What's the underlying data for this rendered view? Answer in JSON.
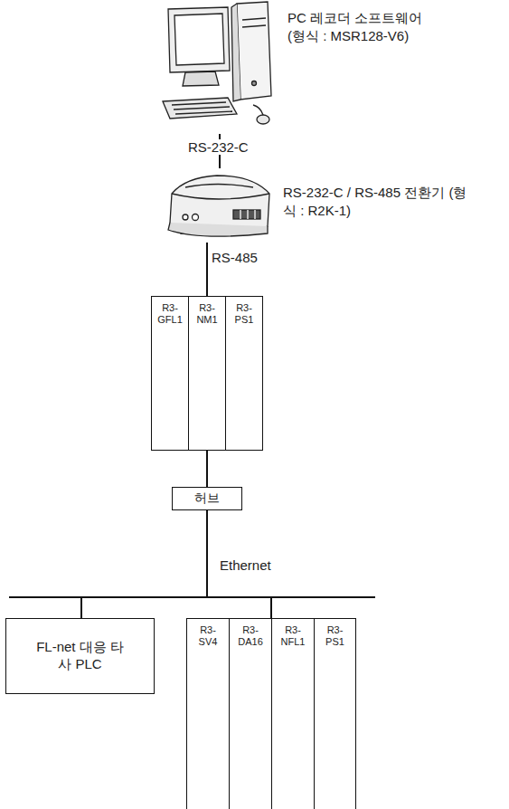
{
  "diagram": {
    "nodes": [
      {
        "text": [
          "PC 레코더 소프트웨어 (형식 : MSR128-V6)"
        ]
      },
      {
        "text": [
          "RS-232-C / RS-485 전환기 (형식 : R2K-1)"
        ]
      },
      {
        "text": [
          "R3-GFL1"
        ]
      },
      {
        "text": [
          "R3-NM1"
        ]
      },
      {
        "text": [
          "R3-PS1"
        ]
      },
      {
        "text": [
          "허브"
        ]
      },
      {
        "text": [
          "FL-net 대응 타사 PLC"
        ]
      },
      {
        "text": [
          "R3-SV4"
        ]
      },
      {
        "text": [
          "R3-DA16"
        ]
      },
      {
        "text": [
          "R3-NFL1"
        ]
      },
      {
        "text": [
          "R3-PS1"
        ]
      }
    ],
    "edges": [
      {
        "from": 0,
        "to": 1,
        "label": "RS-232-C",
        "arrow": "none"
      },
      {
        "from": 1,
        "to": 3,
        "label": "RS-485",
        "arrow": "none"
      },
      {
        "from": 3,
        "to": 5,
        "arrow": "none"
      },
      {
        "from": 5,
        "to": 6,
        "arrow": "none"
      },
      {
        "from": 5,
        "to": 9,
        "arrow": "none"
      }
    ],
    "labels": [
      "Ethernet"
    ]
  }
}
